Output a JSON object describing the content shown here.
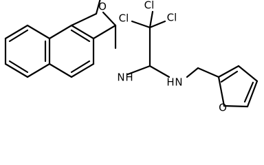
{
  "molecule": {
    "atoms": {
      "cl1": "Cl",
      "cl2": "Cl",
      "cl3": "Cl",
      "o_carbonyl": "O",
      "nh_amide": "N",
      "h_amide": "H",
      "nh_amine": "N",
      "h_amine": "H",
      "o_furan": "O"
    }
  }
}
